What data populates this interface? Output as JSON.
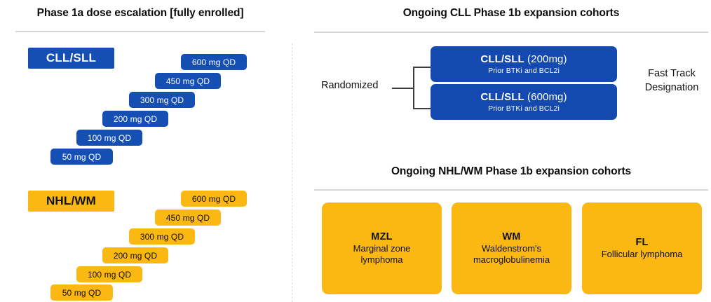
{
  "left": {
    "heading": "Phase 1a dose escalation [fully enrolled]",
    "groups": [
      {
        "label": "CLL/SLL",
        "color": "#164fb4",
        "doses": [
          "600 mg QD",
          "450 mg QD",
          "300 mg QD",
          "200 mg QD",
          "100 mg QD",
          "50 mg QD"
        ]
      },
      {
        "label": "NHL/WM",
        "color": "#fbb712",
        "doses": [
          "600 mg QD",
          "450 mg QD",
          "300 mg QD",
          "200 mg QD",
          "100 mg QD",
          "50 mg QD"
        ]
      }
    ]
  },
  "right": {
    "cll": {
      "heading": "Ongoing CLL Phase 1b expansion cohorts",
      "randomized_label": "Randomized",
      "fast_track_label_line1": "Fast Track",
      "fast_track_label_line2": "Designation",
      "cohorts": [
        {
          "name": "CLL/SLL",
          "dose": "(200mg)",
          "subtitle": "Prior BTKi and BCL2i"
        },
        {
          "name": "CLL/SLL",
          "dose": "(600mg)",
          "subtitle": "Prior BTKi and BCL2i"
        }
      ]
    },
    "nhl": {
      "heading": "Ongoing NHL/WM Phase 1b expansion cohorts",
      "cards": [
        {
          "abbr": "MZL",
          "name_line1": "Marginal zone",
          "name_line2": "lymphoma"
        },
        {
          "abbr": "WM",
          "name_line1": "Waldenstrom's",
          "name_line2": "macroglobulinemia"
        },
        {
          "abbr": "FL",
          "name_line1": "Follicular lymphoma",
          "name_line2": ""
        }
      ]
    }
  }
}
